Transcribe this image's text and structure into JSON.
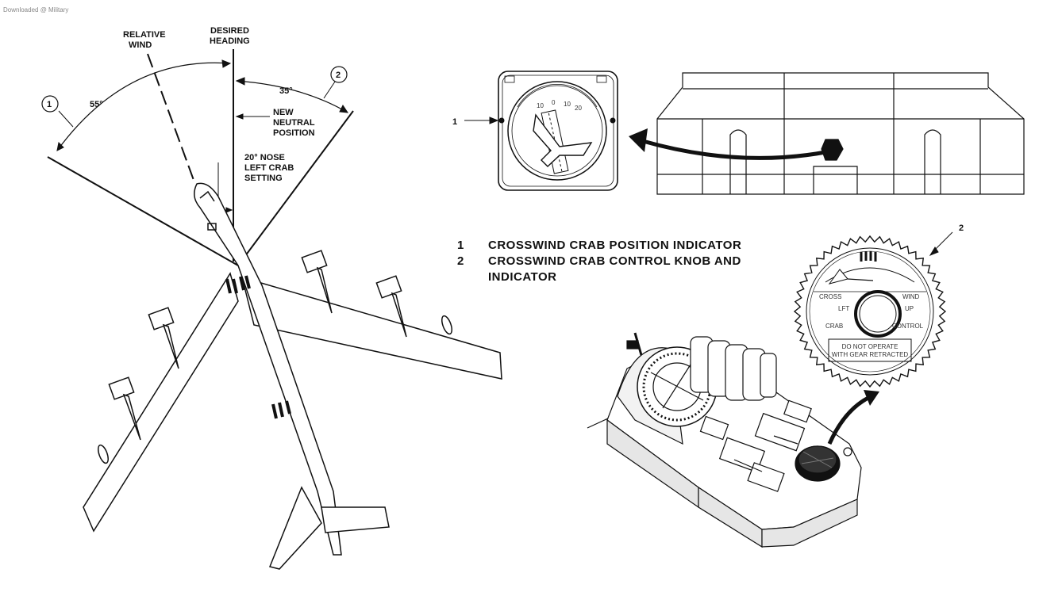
{
  "watermark": "Downloaded @ Military",
  "left_diagram": {
    "relative_wind": [
      "RELATIVE",
      "WIND"
    ],
    "desired_heading": [
      "DESIRED",
      "HEADING"
    ],
    "angle_55": "55°",
    "angle_35": "35°",
    "new_neutral": [
      "NEW",
      "NEUTRAL",
      "POSITION"
    ],
    "nose_left": [
      "20° NOSE",
      "LEFT CRAB",
      "SETTING"
    ],
    "callout_1": "1",
    "callout_2": "2"
  },
  "legend": {
    "items": [
      {
        "num": "1",
        "lines": [
          "CROSSWIND CRAB POSITION INDICATOR"
        ]
      },
      {
        "num": "2",
        "lines": [
          "CROSSWIND CRAB CONTROL KNOB AND",
          "INDICATOR"
        ]
      }
    ]
  },
  "indicator": {
    "ref": "1",
    "scale": [
      "10",
      "0",
      "10",
      "20"
    ]
  },
  "knob": {
    "ref": "2",
    "cross": "CROSS",
    "wind": "WIND",
    "lft": "LFT",
    "up": "UP",
    "crab": "CRAB",
    "control": "CONTROL",
    "warning": [
      "DO NOT OPERATE",
      "WITH GEAR RETRACTED"
    ]
  },
  "colors": {
    "ink": "#111111",
    "paper": "#ffffff",
    "shade": "#cfcfcf"
  }
}
